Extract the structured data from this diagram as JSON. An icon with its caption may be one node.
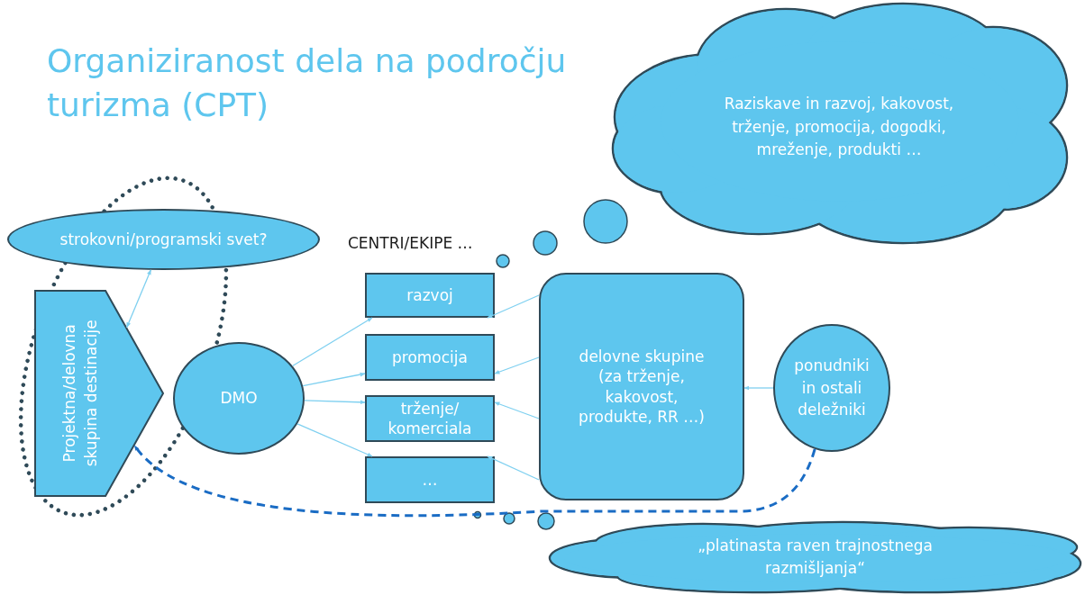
{
  "diagram": {
    "title": "Organiziranost dela na področju turizma (CPT)",
    "nodes": [
      {
        "text": [
          "strokovni/programski svet?"
        ]
      },
      {
        "text": [
          "Projektna/delovna skupina destinacije"
        ]
      },
      {
        "text": [
          "DMO"
        ]
      },
      {
        "text": [
          "razvoj"
        ]
      },
      {
        "text": [
          "promocija"
        ]
      },
      {
        "text": [
          "trženje/ komerciala"
        ]
      },
      {
        "text": [
          "…"
        ]
      },
      {
        "text": [
          "delovne skupine (za trženje, kakovost, produkte, RR …)"
        ]
      },
      {
        "text": [
          "ponudniki in ostali deležniki"
        ]
      },
      {
        "text": [
          "Raziskave in razvoj, kakovost, trženje, promocija, dogodki, mreženje, produkti …"
        ]
      },
      {
        "text": [
          "„platinasta raven trajnostnega razmišljanja“"
        ]
      }
    ],
    "edges": [
      {
        "from": 0,
        "to": 1,
        "arrow": "both"
      },
      {
        "from": 2,
        "to": 3,
        "arrow": "to"
      },
      {
        "from": 2,
        "to": 4,
        "arrow": "to"
      },
      {
        "from": 2,
        "to": 5,
        "arrow": "to"
      },
      {
        "from": 2,
        "to": 6,
        "arrow": "to"
      },
      {
        "from": 7,
        "to": 3,
        "arrow": "to"
      },
      {
        "from": 7,
        "to": 4,
        "arrow": "to"
      },
      {
        "from": 7,
        "to": 5,
        "arrow": "to"
      },
      {
        "from": 7,
        "to": 6,
        "arrow": "to"
      },
      {
        "from": 8,
        "to": 7,
        "arrow": "to"
      },
      {
        "from": 8,
        "to": 1,
        "arrow": "to",
        "style": "dashed",
        "color": "#1a6cc4"
      }
    ],
    "labels": [
      "CENTRI/EKIPE …"
    ]
  }
}
